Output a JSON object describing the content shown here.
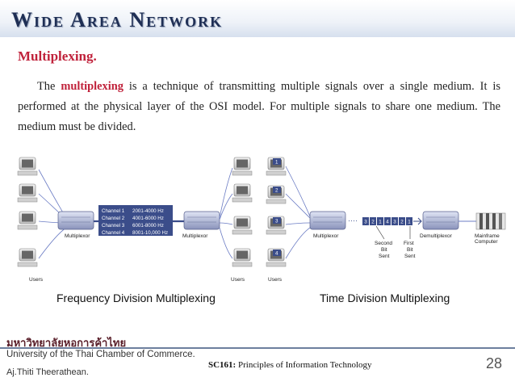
{
  "slide": {
    "title": "Wide Area Network",
    "subtitle": "Multiplexing.",
    "paragraph": {
      "prefix": "The ",
      "highlight": "multiplexing",
      "rest": " is a technique of transmitting multiple signals over a single medium. It is performed at the physical layer of the OSI model. For multiple signals to share one medium. The medium must be divided."
    },
    "number": "28"
  },
  "fdm": {
    "channels": [
      {
        "name": "Channel 1",
        "range": "2001-4000 Hz"
      },
      {
        "name": "Channel 2",
        "range": "4001-6000 Hz"
      },
      {
        "name": "Channel 3",
        "range": "6001-8000 Hz"
      },
      {
        "name": "Channel 4",
        "range": "8001-10,000 Hz"
      }
    ],
    "left_mux_label": "Multiplexor",
    "right_mux_label": "Multiplexor",
    "left_users_label": "Users",
    "right_users_label": "Users",
    "caption": "Frequency Division Multiplexing"
  },
  "tdm": {
    "slot_numbers": [
      "1",
      "2",
      "3",
      "4"
    ],
    "stream": [
      "3",
      "2",
      "1",
      "4",
      "3",
      "2",
      "1"
    ],
    "mux_label": "Multiplexor",
    "demux_label": "Demultiplexor",
    "mainframe_label": [
      "Mainframe",
      "Computer"
    ],
    "second_bit_label": [
      "Second",
      "Bit",
      "Sent"
    ],
    "first_bit_label": [
      "First",
      "Bit",
      "Sent"
    ],
    "users_label": "Users",
    "caption": "Time Division Multiplexing"
  },
  "footer": {
    "university_thai": "มหาวิทยาลัยหอการค้าไทย",
    "university_en": "University of the Thai Chamber of Commerce.",
    "author": "Aj.Thiti   Theerathean.",
    "course_code": "SC161:",
    "course_name": " Principles of Information Technology"
  },
  "colors": {
    "title": "#1f2f55",
    "highlight": "#c0223b",
    "channel_box": "#3b4d8a",
    "slot_box": "#3b4d8a"
  }
}
